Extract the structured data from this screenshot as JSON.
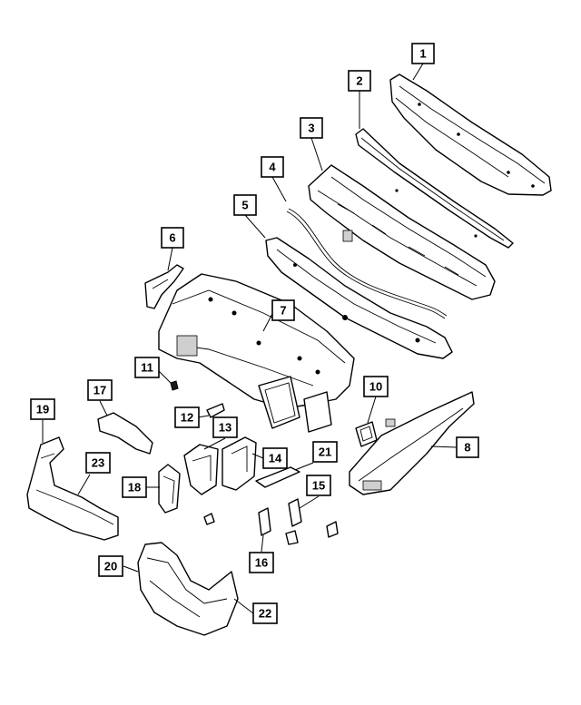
{
  "callouts": [
    {
      "id": "1",
      "label": "1"
    },
    {
      "id": "2",
      "label": "2"
    },
    {
      "id": "3",
      "label": "3"
    },
    {
      "id": "4",
      "label": "4"
    },
    {
      "id": "5",
      "label": "5"
    },
    {
      "id": "6",
      "label": "6"
    },
    {
      "id": "7",
      "label": "7"
    },
    {
      "id": "8",
      "label": "8"
    },
    {
      "id": "10",
      "label": "10"
    },
    {
      "id": "11",
      "label": "11"
    },
    {
      "id": "12",
      "label": "12"
    },
    {
      "id": "13",
      "label": "13"
    },
    {
      "id": "14",
      "label": "14"
    },
    {
      "id": "15",
      "label": "15"
    },
    {
      "id": "16",
      "label": "16"
    },
    {
      "id": "17",
      "label": "17"
    },
    {
      "id": "18",
      "label": "18"
    },
    {
      "id": "19",
      "label": "19"
    },
    {
      "id": "20",
      "label": "20"
    },
    {
      "id": "21",
      "label": "21"
    },
    {
      "id": "22",
      "label": "22"
    },
    {
      "id": "23",
      "label": "23"
    }
  ]
}
